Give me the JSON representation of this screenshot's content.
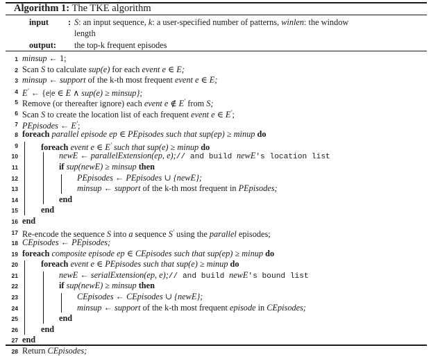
{
  "algorithm": {
    "caption_label": "Algorithm 1:",
    "caption_title": "The TKE algorithm",
    "io": {
      "input_label": "input",
      "input_sep": ":",
      "input_text_line1": "S: an input sequence, k: a user-specified number of patterns, winlen: the window",
      "input_text_line2": "length",
      "output_label": "output:",
      "output_text": "the top-k frequent episodes"
    },
    "lines": [
      {
        "n": "1",
        "indent": 0,
        "text": "minsup ← 1;"
      },
      {
        "n": "2",
        "indent": 0,
        "text": "Scan S to calculate sup(e) for each event e ∈ E;"
      },
      {
        "n": "3",
        "indent": 0,
        "text": "minsup ← support of the k-th most frequent event e ∈ E;"
      },
      {
        "n": "4",
        "indent": 0,
        "text": "E′ ← {e|e ∈ E ∧ sup(e) ≥ minsup};"
      },
      {
        "n": "5",
        "indent": 0,
        "text": "Remove (or thereafter ignore) each event e ∉ E′ from S;"
      },
      {
        "n": "6",
        "indent": 0,
        "text": "Scan S to create the location list of each frequent event e ∈ E′;"
      },
      {
        "n": "7",
        "indent": 0,
        "text": "PEpisodes ← E′;"
      },
      {
        "n": "8",
        "indent": 0,
        "text": "foreach parallel episode ep ∈ PEpisodes such that sup(ep) ≥ minup do"
      },
      {
        "n": "9",
        "indent": 1,
        "text": "foreach event e ∈ E′ such that sup(e) ≥ minup do"
      },
      {
        "n": "10",
        "indent": 2,
        "text": "newE ← parallelExtension(ep, e);// and build newE's location list"
      },
      {
        "n": "11",
        "indent": 2,
        "text": "if sup(newE) ≥ minsup then"
      },
      {
        "n": "12",
        "indent": 3,
        "text": "PEpisodes ← PEpisodes ∪ {newE};"
      },
      {
        "n": "13",
        "indent": 3,
        "text": "minsup ← support of the k-th most frequent in PEpisodes;"
      },
      {
        "n": "14",
        "indent": 2,
        "text": "end"
      },
      {
        "n": "15",
        "indent": 1,
        "text": "end"
      },
      {
        "n": "16",
        "indent": 0,
        "text": "end"
      },
      {
        "n": "17",
        "indent": 0,
        "text": "Re-encode the sequence S into a sequence S′ using the parallel episodes;"
      },
      {
        "n": "18",
        "indent": 0,
        "text": "CEpisodes ← PEpisodes;"
      },
      {
        "n": "19",
        "indent": 0,
        "text": "foreach composite episode ep ∈ CEpisodes such that sup(ep) ≥ minup do"
      },
      {
        "n": "20",
        "indent": 1,
        "text": "foreach event e ∈ PEpisodes such that sup(e) ≥ minup do"
      },
      {
        "n": "21",
        "indent": 2,
        "text": "newE ← serialExtension(ep, e);// and build newE's bound list"
      },
      {
        "n": "22",
        "indent": 2,
        "text": "if sup(newE) ≥ minsup then"
      },
      {
        "n": "23",
        "indent": 3,
        "text": "CEpisodes ← CEpisodes ∪ {newE};"
      },
      {
        "n": "24",
        "indent": 3,
        "text": "minsup ← support of the k-th most frequent episode in CEpisodes;"
      },
      {
        "n": "25",
        "indent": 2,
        "text": "end"
      },
      {
        "n": "26",
        "indent": 1,
        "text": "end"
      },
      {
        "n": "27",
        "indent": 0,
        "text": "end"
      },
      {
        "n": "28",
        "indent": 0,
        "text": "Return CEpisodes;"
      }
    ]
  }
}
